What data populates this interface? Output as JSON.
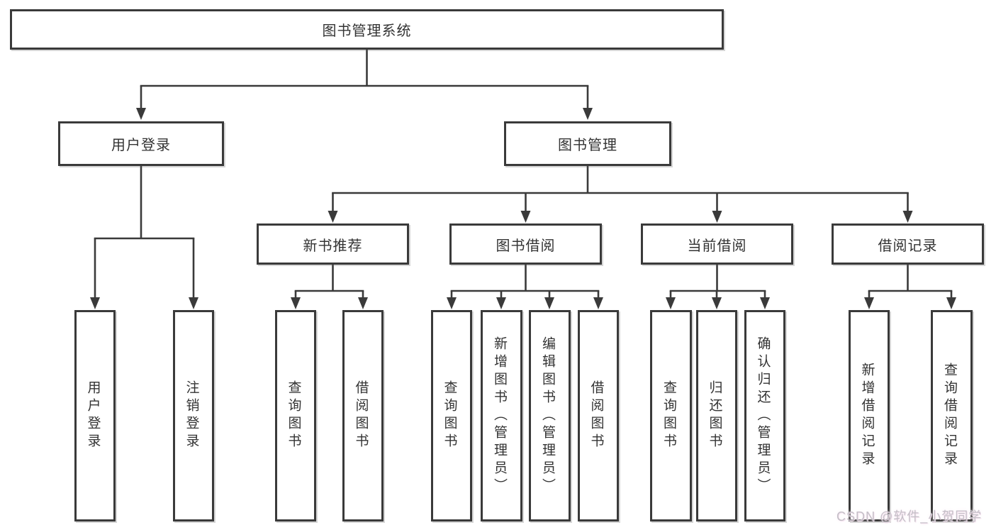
{
  "tree": {
    "root": {
      "label": "图书管理系统",
      "children": [
        {
          "label": "用户登录",
          "children": [
            {
              "label": "用户登录"
            },
            {
              "label": "注销登录"
            }
          ]
        },
        {
          "label": "图书管理",
          "children": [
            {
              "label": "新书推荐",
              "children": [
                {
                  "label": "查询图书"
                },
                {
                  "label": "借阅图书"
                }
              ]
            },
            {
              "label": "图书借阅",
              "children": [
                {
                  "label": "查询图书"
                },
                {
                  "label": "新增图书（管理员）"
                },
                {
                  "label": "编辑图书（管理员）"
                },
                {
                  "label": "借阅图书"
                }
              ]
            },
            {
              "label": "当前借阅",
              "children": [
                {
                  "label": "查询图书"
                },
                {
                  "label": "归还图书"
                },
                {
                  "label": "确认归还（管理员）"
                }
              ]
            },
            {
              "label": "借阅记录",
              "children": [
                {
                  "label": "新增借阅记录"
                },
                {
                  "label": "查询借阅记录"
                }
              ]
            }
          ]
        }
      ]
    }
  },
  "watermark": {
    "text": "CSDN @软件_小贺同学"
  },
  "colors": {
    "line": "#3a3a3a",
    "box_border": "#3a3a3a",
    "text": "#333333",
    "watermark": "#c4bfc7"
  }
}
